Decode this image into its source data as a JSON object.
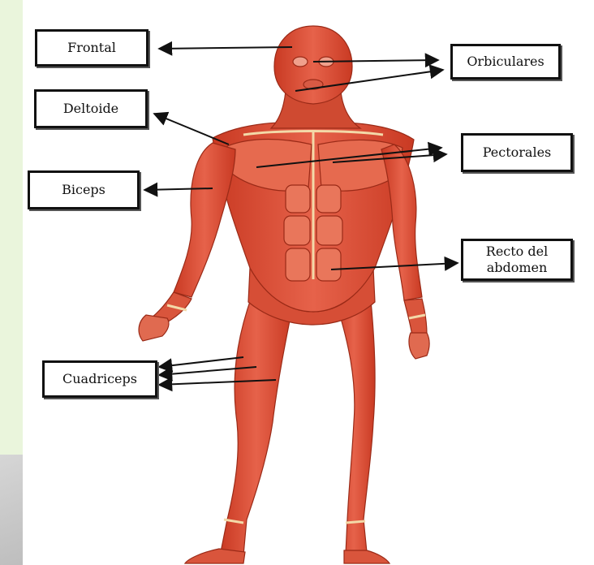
{
  "labels": {
    "frontal": "Frontal",
    "deltoide": "Deltoide",
    "biceps": "Biceps",
    "cuadriceps": "Cuadriceps",
    "orbiculares": "Orbiculares",
    "pectorales": "Pectorales",
    "recto_abdomen": "Recto del\nabdomen"
  },
  "colors": {
    "muscle": "#e0543a",
    "muscle_dark": "#b8321f",
    "tendon": "#f3d9a8",
    "background": "#eaf5dc"
  }
}
